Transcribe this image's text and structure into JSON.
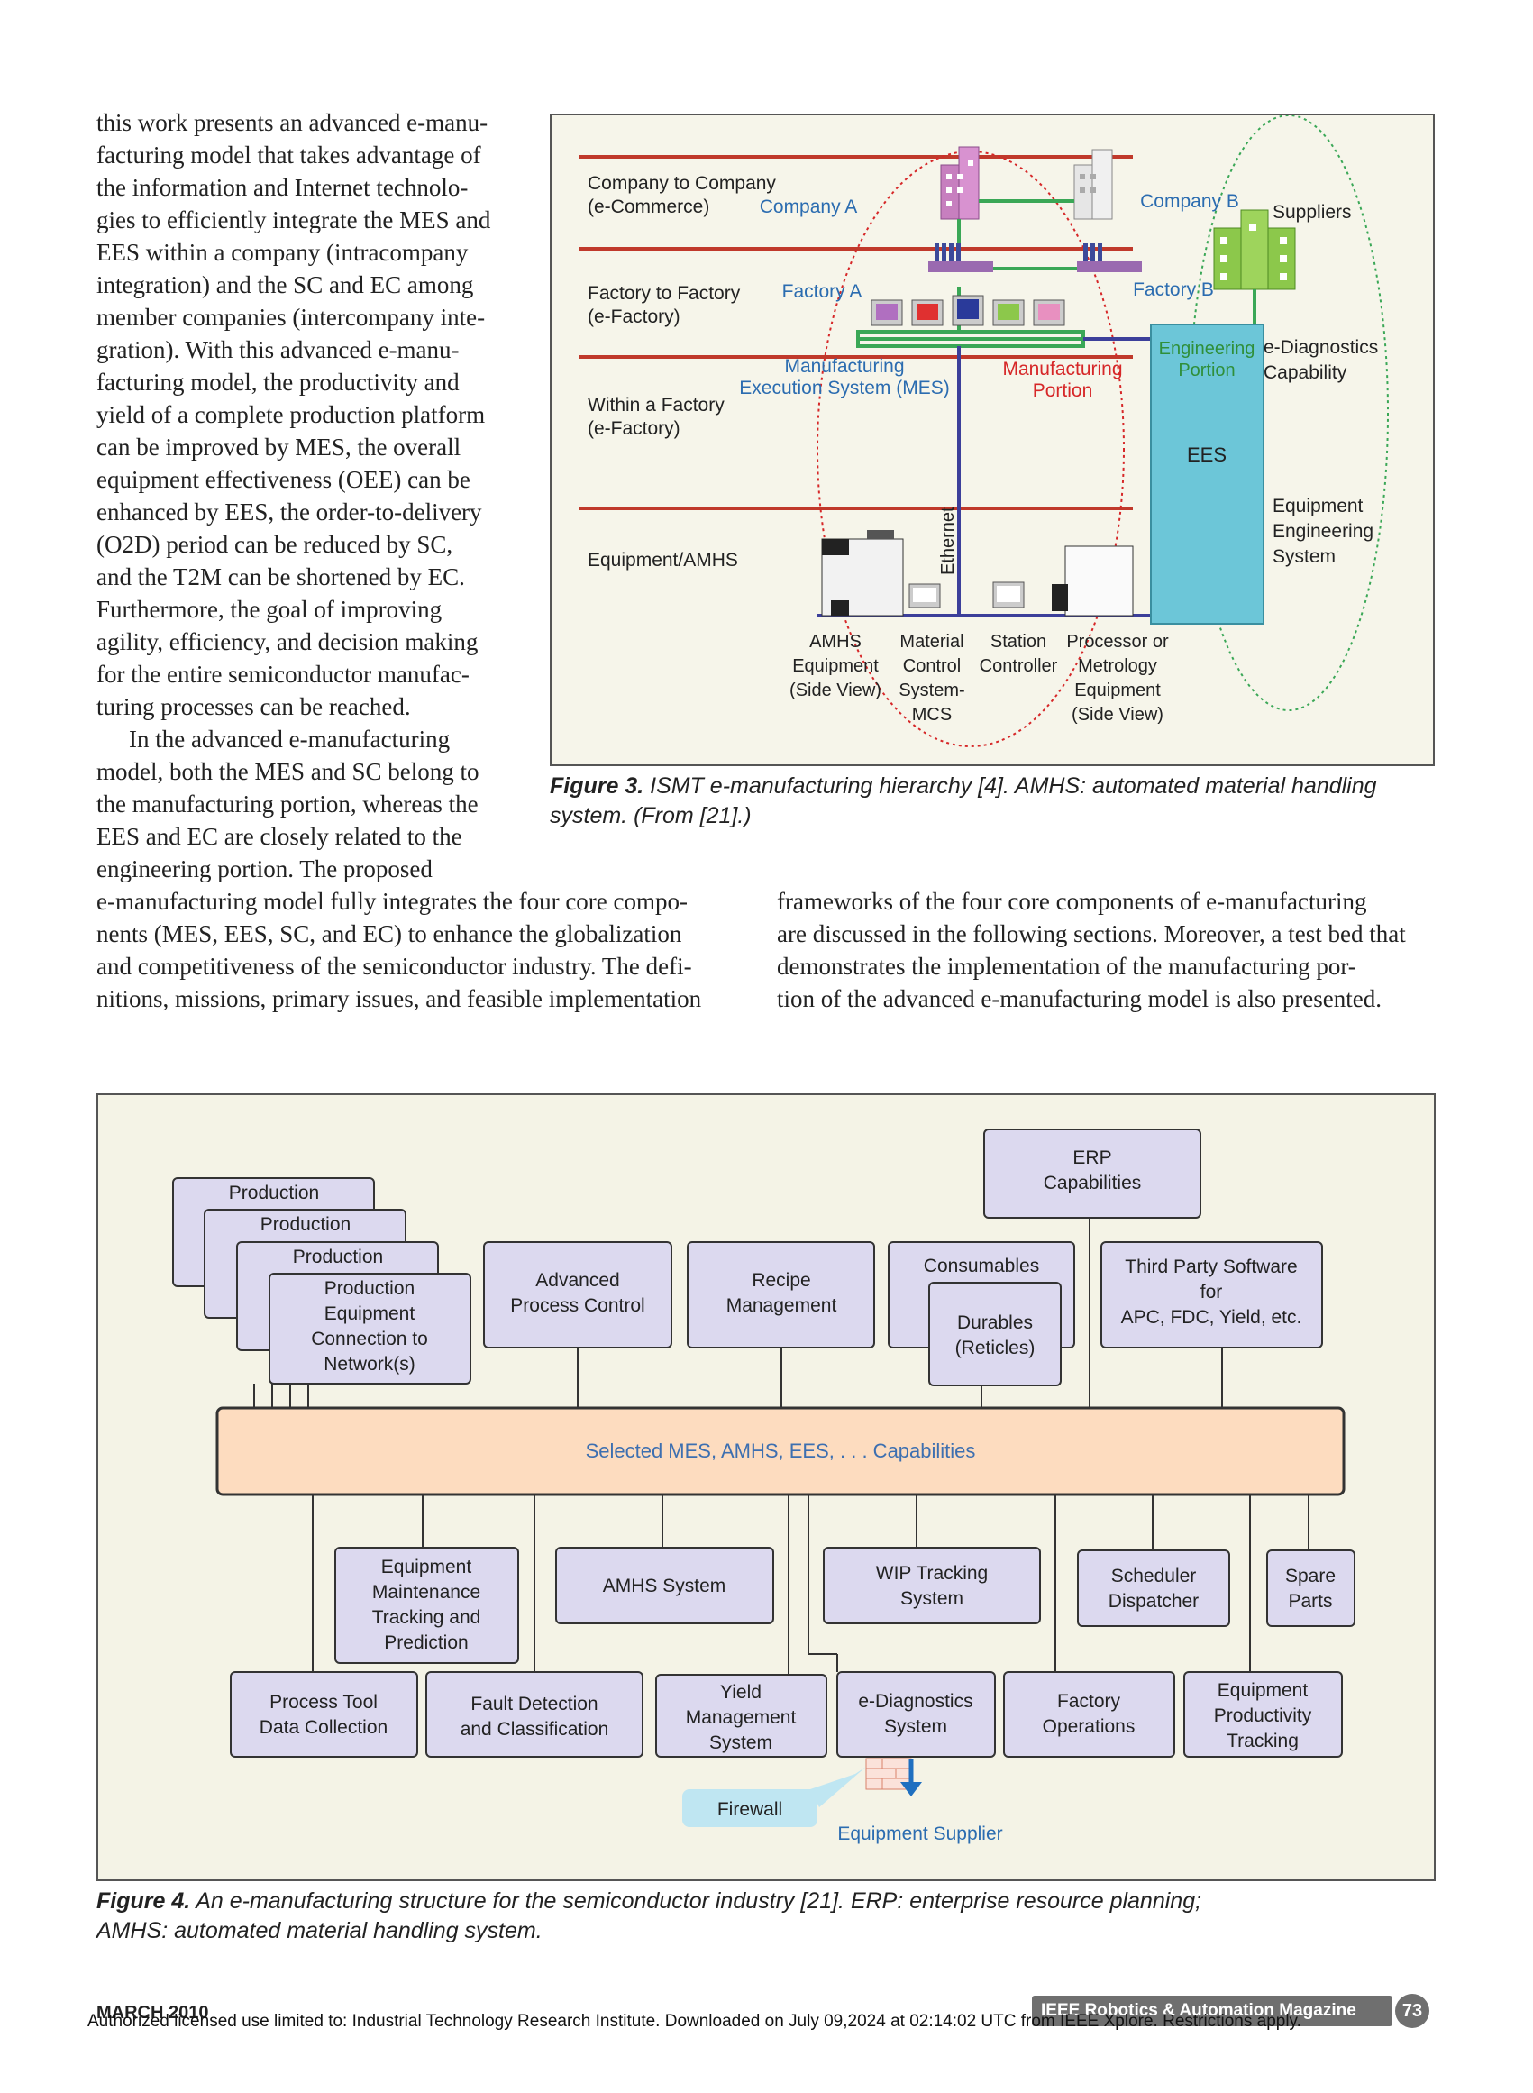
{
  "body": {
    "para1_lines": [
      "this work presents an advanced e-manu-",
      "facturing model that takes advantage of",
      "the information and Internet technolo-",
      "gies to efficiently integrate the MES and",
      "EES within a company (intracompany",
      "integration) and the SC and EC among",
      "member companies (intercompany inte-",
      "gration). With this advanced e-manu-",
      "facturing model, the productivity and",
      "yield of a complete production platform",
      "can be improved by MES, the overall",
      "equipment effectiveness (OEE) can be",
      "enhanced by EES, the order-to-delivery",
      "(O2D) period can be reduced by SC,",
      "and the T2M can be shortened by EC.",
      "Furthermore, the goal of improving",
      "agility, efficiency, and decision making",
      "for the entire semiconductor manufac-",
      "turing processes can be reached."
    ],
    "para2_lines": [
      "In the advanced e-manufacturing",
      "model, both the MES and SC belong to",
      "the manufacturing portion, whereas the",
      "EES and EC are closely related to the",
      "engineering portion. The proposed"
    ],
    "para2_left_lines": [
      "e-manufacturing model fully integrates the four core compo-",
      "nents (MES, EES, SC, and EC) to enhance the globalization",
      "and competitiveness of the semiconductor industry. The defi-",
      "nitions, missions, primary issues, and feasible implementation"
    ],
    "para2_right_lines": [
      "frameworks of the four core components of e-manufacturing",
      "are discussed in the following sections. Moreover, a test bed that",
      "demonstrates the implementation of the manufacturing por-",
      "tion of the advanced e-manufacturing model is also presented."
    ]
  },
  "figure3": {
    "caption_label": "Figure 3.",
    "caption_text": "ISMT e-manufacturing hierarchy [4]. AMHS: automated material handling",
    "caption_text2": "system. (From [21].)",
    "tiers": [
      [
        "Company to Company",
        "(e-Commerce)"
      ],
      [
        "Factory to Factory",
        "(e-Factory)"
      ],
      [
        "Within a Factory",
        "(e-Factory)"
      ],
      [
        "Equipment/AMHS"
      ]
    ],
    "company_a": "Company A",
    "company_b": "Company B",
    "suppliers": "Suppliers",
    "factory_a": "Factory A",
    "factory_b": "Factory B",
    "ediag": [
      "e-Diagnostics",
      "Capability"
    ],
    "mes": [
      "Manufacturing",
      "Execution System (MES)"
    ],
    "mfg_portion": [
      "Manufacturing",
      "Portion"
    ],
    "eng_portion": [
      "Engineering",
      "Portion"
    ],
    "ees": "EES",
    "ees_desc": [
      "Equipment",
      "Engineering",
      "System"
    ],
    "ethernet": "Ethernet",
    "amhs": [
      "AMHS",
      "Equipment",
      "(Side View)"
    ],
    "mcs": [
      "Material",
      "Control",
      "System-",
      "MCS"
    ],
    "station": [
      "Station",
      "Controller"
    ],
    "processor": [
      "Processor or",
      "Metrology",
      "Equipment",
      "(Side View)"
    ],
    "colors": {
      "tier_line": "#c0392b",
      "blue_label": "#2b6cb0",
      "green": "#3aa756",
      "red": "#d62728",
      "ees_fill": "#6cc6d8"
    }
  },
  "figure4": {
    "caption_label": "Figure 4.",
    "caption_text": "An e-manufacturing structure for the semiconductor industry [21]. ERP: enterprise resource planning;",
    "caption_text2": "AMHS: automated material handling system.",
    "erp": [
      "ERP",
      "Capabilities"
    ],
    "production": "Production",
    "prod_conn": [
      "Production",
      "Equipment",
      "Connection to",
      "Network(s)"
    ],
    "apc": [
      "Advanced",
      "Process Control"
    ],
    "recipe": [
      "Recipe",
      "Management"
    ],
    "consumables": "Consumables",
    "durables": [
      "Durables",
      "(Reticles)"
    ],
    "third_party": [
      "Third Party Software",
      "for",
      "APC, FDC, Yield, etc."
    ],
    "bus": "Selected MES, AMHS, EES, . . . Capabilities",
    "equip_maint": [
      "Equipment",
      "Maintenance",
      "Tracking and",
      "Prediction"
    ],
    "amhs_sys": "AMHS System",
    "wip": [
      "WIP Tracking",
      "System"
    ],
    "scheduler": [
      "Scheduler",
      "Dispatcher"
    ],
    "spare": [
      "Spare",
      "Parts"
    ],
    "process_tool": [
      "Process Tool",
      "Data Collection"
    ],
    "fault": [
      "Fault Detection",
      "and Classification"
    ],
    "yield": [
      "Yield",
      "Management",
      "System"
    ],
    "ediag": [
      "e-Diagnostics",
      "System"
    ],
    "factory_ops": [
      "Factory",
      "Operations"
    ],
    "equip_prod": [
      "Equipment",
      "Productivity",
      "Tracking"
    ],
    "firewall": "Firewall",
    "equip_supplier": "Equipment Supplier",
    "colors": {
      "box_fill": "#dcd9ef",
      "bus_fill": "#fddcbf",
      "bus_text": "#3d6fb0",
      "firewall_fill": "#bfe6f2"
    }
  },
  "footer": {
    "month": "MARCH 2010",
    "magazine": "IEEE Robotics & Automation Magazine",
    "page": "73",
    "license": "Authorized licensed use limited to: Industrial Technology Research Institute. Downloaded on July 09,2024 at 02:14:02 UTC from IEEE Xplore.  Restrictions apply."
  }
}
